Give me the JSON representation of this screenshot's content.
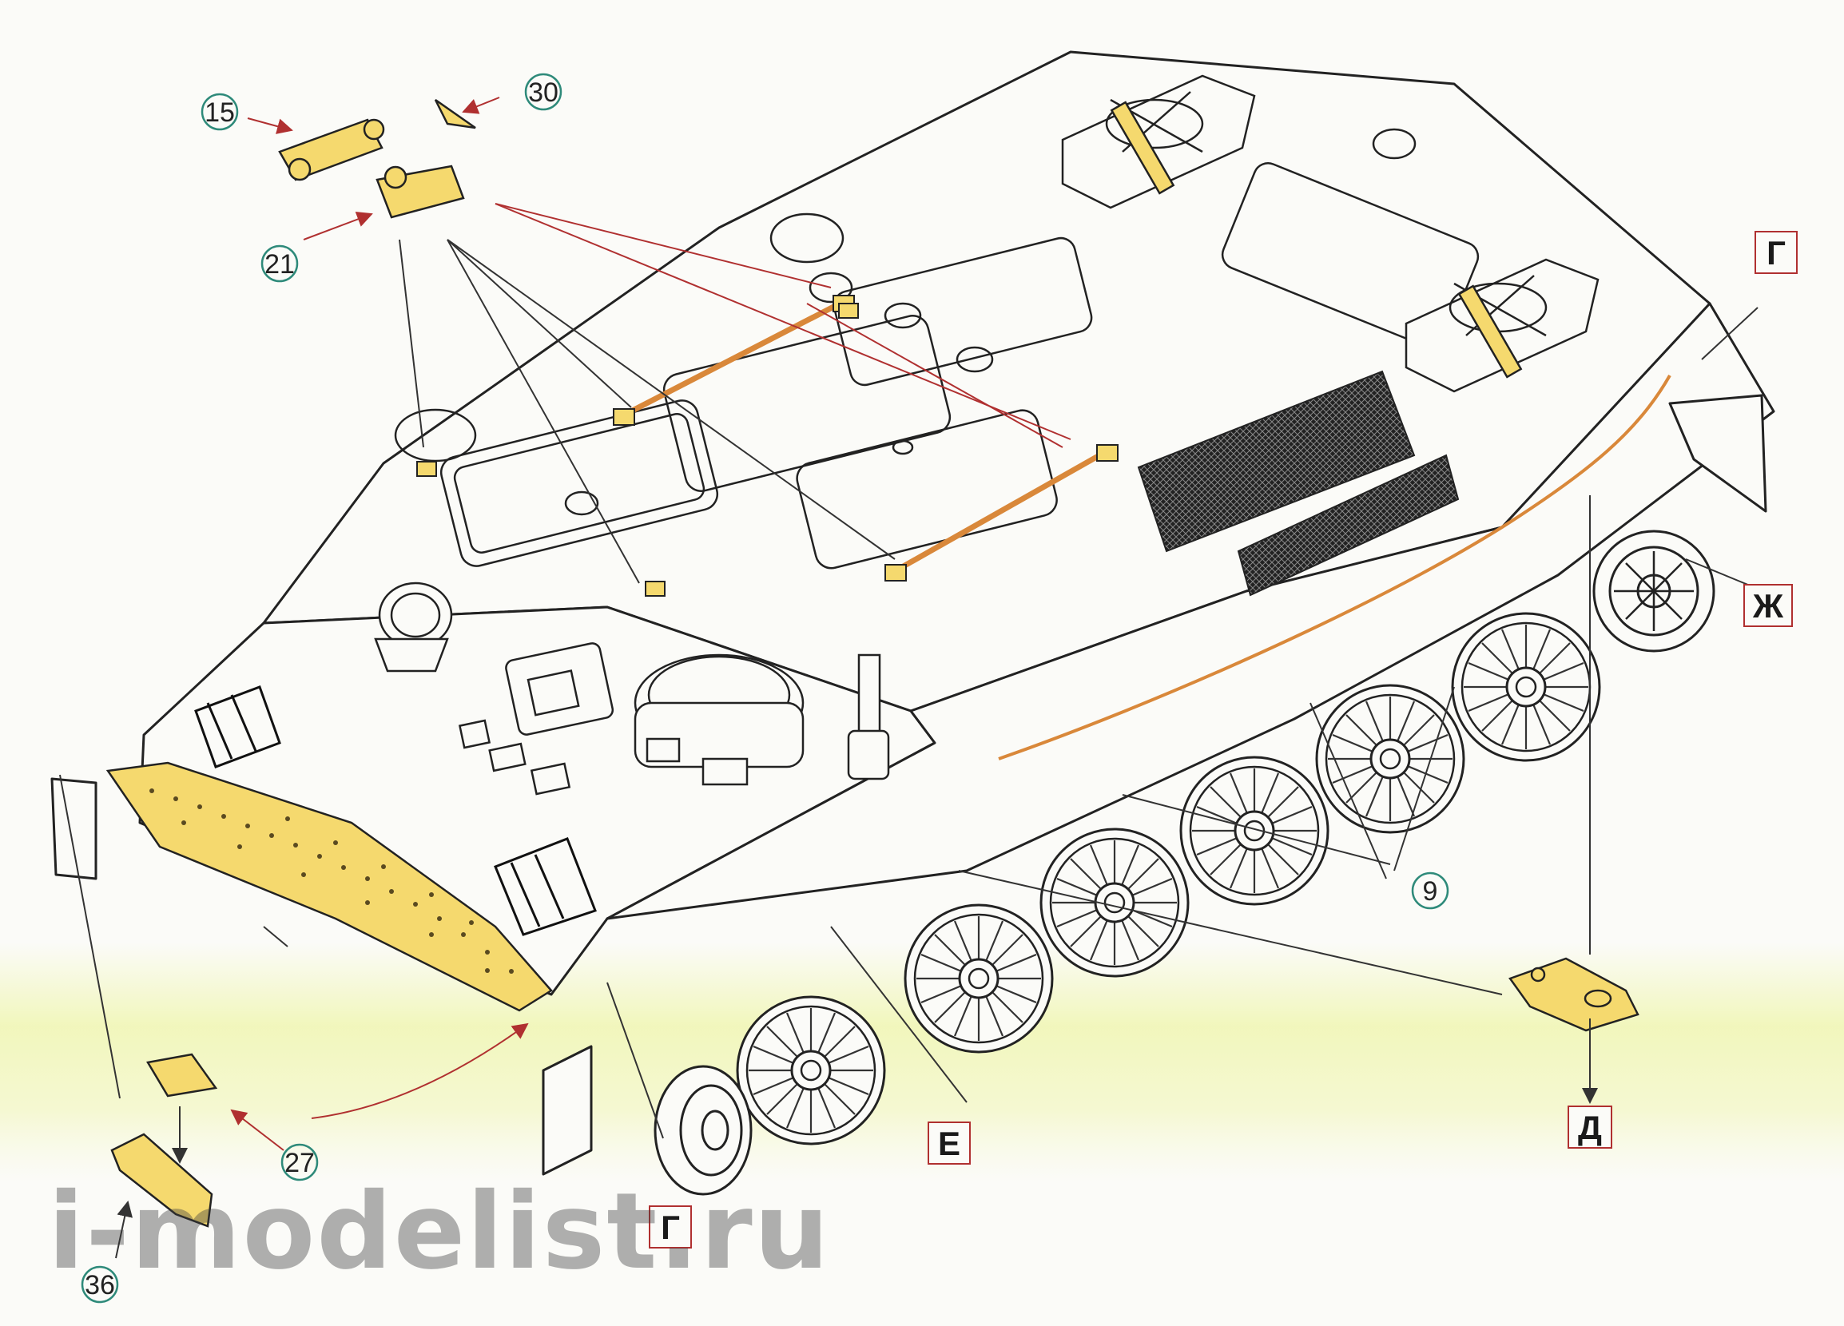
{
  "callouts": {
    "p15": "15",
    "p30": "30",
    "p21": "21",
    "p27": "27",
    "p36": "36",
    "p9": "9"
  },
  "detail_labels": {
    "g_top": "Г",
    "zh": "Ж",
    "d": "Д",
    "e": "Е",
    "g_bottom": "Г"
  },
  "watermark": "i-modelist.ru",
  "colors": {
    "photo_etch": "#f5d96e",
    "copper_wire": "#d9883a",
    "leader_red": "#b03030",
    "line": "#333333",
    "callout_circle": "#2e8a7a",
    "paper": "#fbfbf8",
    "highlight_band": "#eef5a8"
  }
}
